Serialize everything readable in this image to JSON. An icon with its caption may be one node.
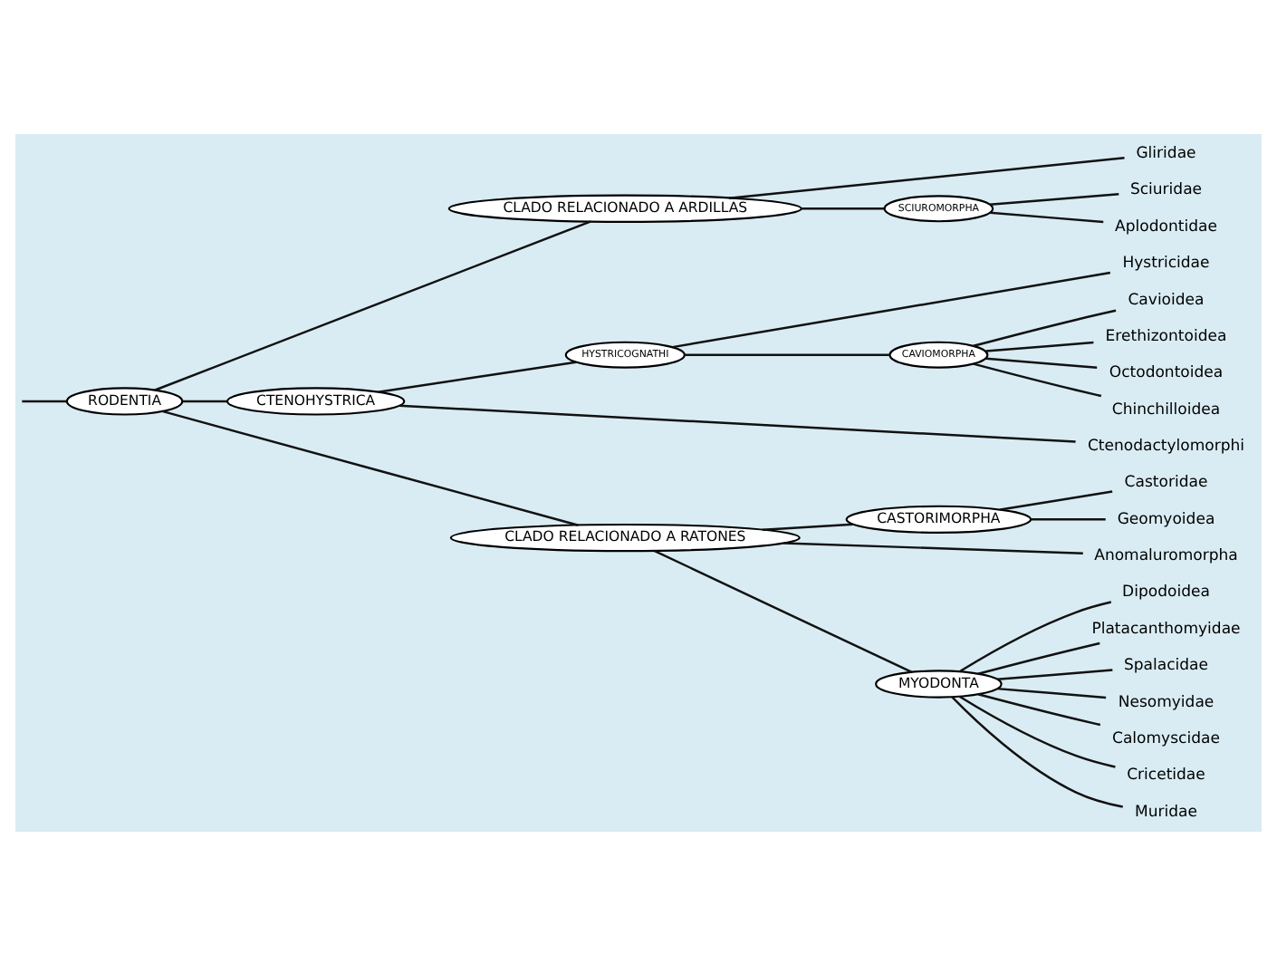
{
  "diagram": {
    "nodes": [
      {
        "text": [
          "RODENTIA"
        ]
      },
      {
        "text": [
          "CLADO RELACIONADO A ARDILLAS"
        ]
      },
      {
        "text": [
          "Gliridae"
        ]
      },
      {
        "text": [
          "SCIUROMORPHA"
        ]
      },
      {
        "text": [
          "Sciuridae"
        ]
      },
      {
        "text": [
          "Aplodontidae"
        ]
      },
      {
        "text": [
          "CTENOHYSTRICA"
        ]
      },
      {
        "text": [
          "HYSTRICOGNATHI"
        ]
      },
      {
        "text": [
          "Hystricidae"
        ]
      },
      {
        "text": [
          "CAVIOMORPHA"
        ]
      },
      {
        "text": [
          "Cavioidea"
        ]
      },
      {
        "text": [
          "Erethizontoidea"
        ]
      },
      {
        "text": [
          "Octodontoidea"
        ]
      },
      {
        "text": [
          "Chinchilloidea"
        ]
      },
      {
        "text": [
          "Ctenodactylomorphi"
        ]
      },
      {
        "text": [
          "CLADO RELACIONADO A RATONES"
        ]
      },
      {
        "text": [
          "CASTORIMORPHA"
        ]
      },
      {
        "text": [
          "Castoridae"
        ]
      },
      {
        "text": [
          "Geomyoidea"
        ]
      },
      {
        "text": [
          "Anomaluromorpha"
        ]
      },
      {
        "text": [
          "MYODONTA"
        ]
      },
      {
        "text": [
          "Dipodoidea"
        ]
      },
      {
        "text": [
          "Platacanthomyidae"
        ]
      },
      {
        "text": [
          "Spalacidae"
        ]
      },
      {
        "text": [
          "Nesomyidae"
        ]
      },
      {
        "text": [
          "Calomyscidae"
        ]
      },
      {
        "text": [
          "Cricetidae"
        ]
      },
      {
        "text": [
          "Muridae"
        ]
      }
    ],
    "edges": [
      {
        "from": null,
        "to": 0,
        "arrow": "none"
      },
      {
        "from": 0,
        "to": 1,
        "arrow": "none"
      },
      {
        "from": 1,
        "to": 2,
        "arrow": "none"
      },
      {
        "from": 1,
        "to": 3,
        "arrow": "none"
      },
      {
        "from": 3,
        "to": 4,
        "arrow": "none"
      },
      {
        "from": 3,
        "to": 5,
        "arrow": "none"
      },
      {
        "from": 0,
        "to": 6,
        "arrow": "none"
      },
      {
        "from": 6,
        "to": 7,
        "arrow": "none"
      },
      {
        "from": 7,
        "to": 8,
        "arrow": "none"
      },
      {
        "from": 7,
        "to": 9,
        "arrow": "none"
      },
      {
        "from": 9,
        "to": 10,
        "arrow": "none"
      },
      {
        "from": 9,
        "to": 11,
        "arrow": "none"
      },
      {
        "from": 9,
        "to": 12,
        "arrow": "none"
      },
      {
        "from": 9,
        "to": 13,
        "arrow": "none"
      },
      {
        "from": 6,
        "to": 14,
        "arrow": "none"
      },
      {
        "from": 0,
        "to": 15,
        "arrow": "none"
      },
      {
        "from": 15,
        "to": 16,
        "arrow": "none"
      },
      {
        "from": 16,
        "to": 17,
        "arrow": "none"
      },
      {
        "from": 16,
        "to": 18,
        "arrow": "none"
      },
      {
        "from": 15,
        "to": 19,
        "arrow": "none"
      },
      {
        "from": 15,
        "to": 20,
        "arrow": "none"
      },
      {
        "from": 20,
        "to": 21,
        "arrow": "none"
      },
      {
        "from": 20,
        "to": 22,
        "arrow": "none"
      },
      {
        "from": 20,
        "to": 23,
        "arrow": "none"
      },
      {
        "from": 20,
        "to": 24,
        "arrow": "none"
      },
      {
        "from": 20,
        "to": 25,
        "arrow": "none"
      },
      {
        "from": 20,
        "to": 26,
        "arrow": "none"
      },
      {
        "from": 20,
        "to": 27,
        "arrow": "none"
      }
    ]
  }
}
